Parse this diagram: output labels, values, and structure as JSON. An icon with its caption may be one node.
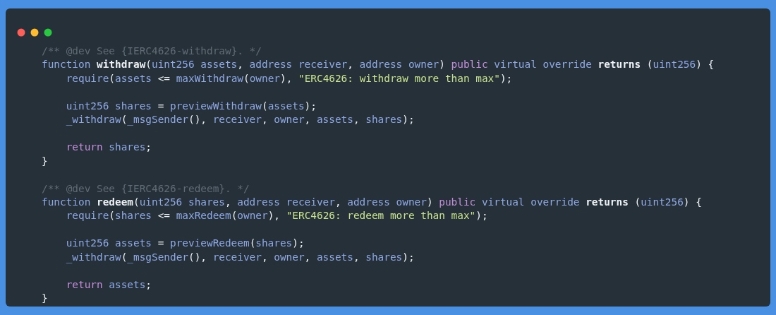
{
  "diagram": {
    "labels": [
      "/** @dev See {IERC4626-withdraw}. */",
      "function **withdraw**(uint256 assets, address receiver, address owner) public virtual override **returns** (uint256) {",
      "require(assets <= maxWithdraw(owner), \"ERC4626: withdraw more than max\");",
      "uint256 shares = previewWithdraw(assets);",
      "_withdraw(_msgSender(), receiver, owner, assets, shares);",
      "return shares;",
      "}",
      "/** @dev See {IERC4626-redeem}. */",
      "function **redeem**(uint256 shares, address receiver, address owner) public virtual override **returns** (uint256) {",
      "require(shares <= maxRedeem(owner), \"ERC4626: redeem more than max\");",
      "uint256 assets = previewRedeem(shares);",
      "_withdraw(_msgSender(), receiver, owner, assets, shares);",
      "return assets;",
      "}"
    ]
  }
}
